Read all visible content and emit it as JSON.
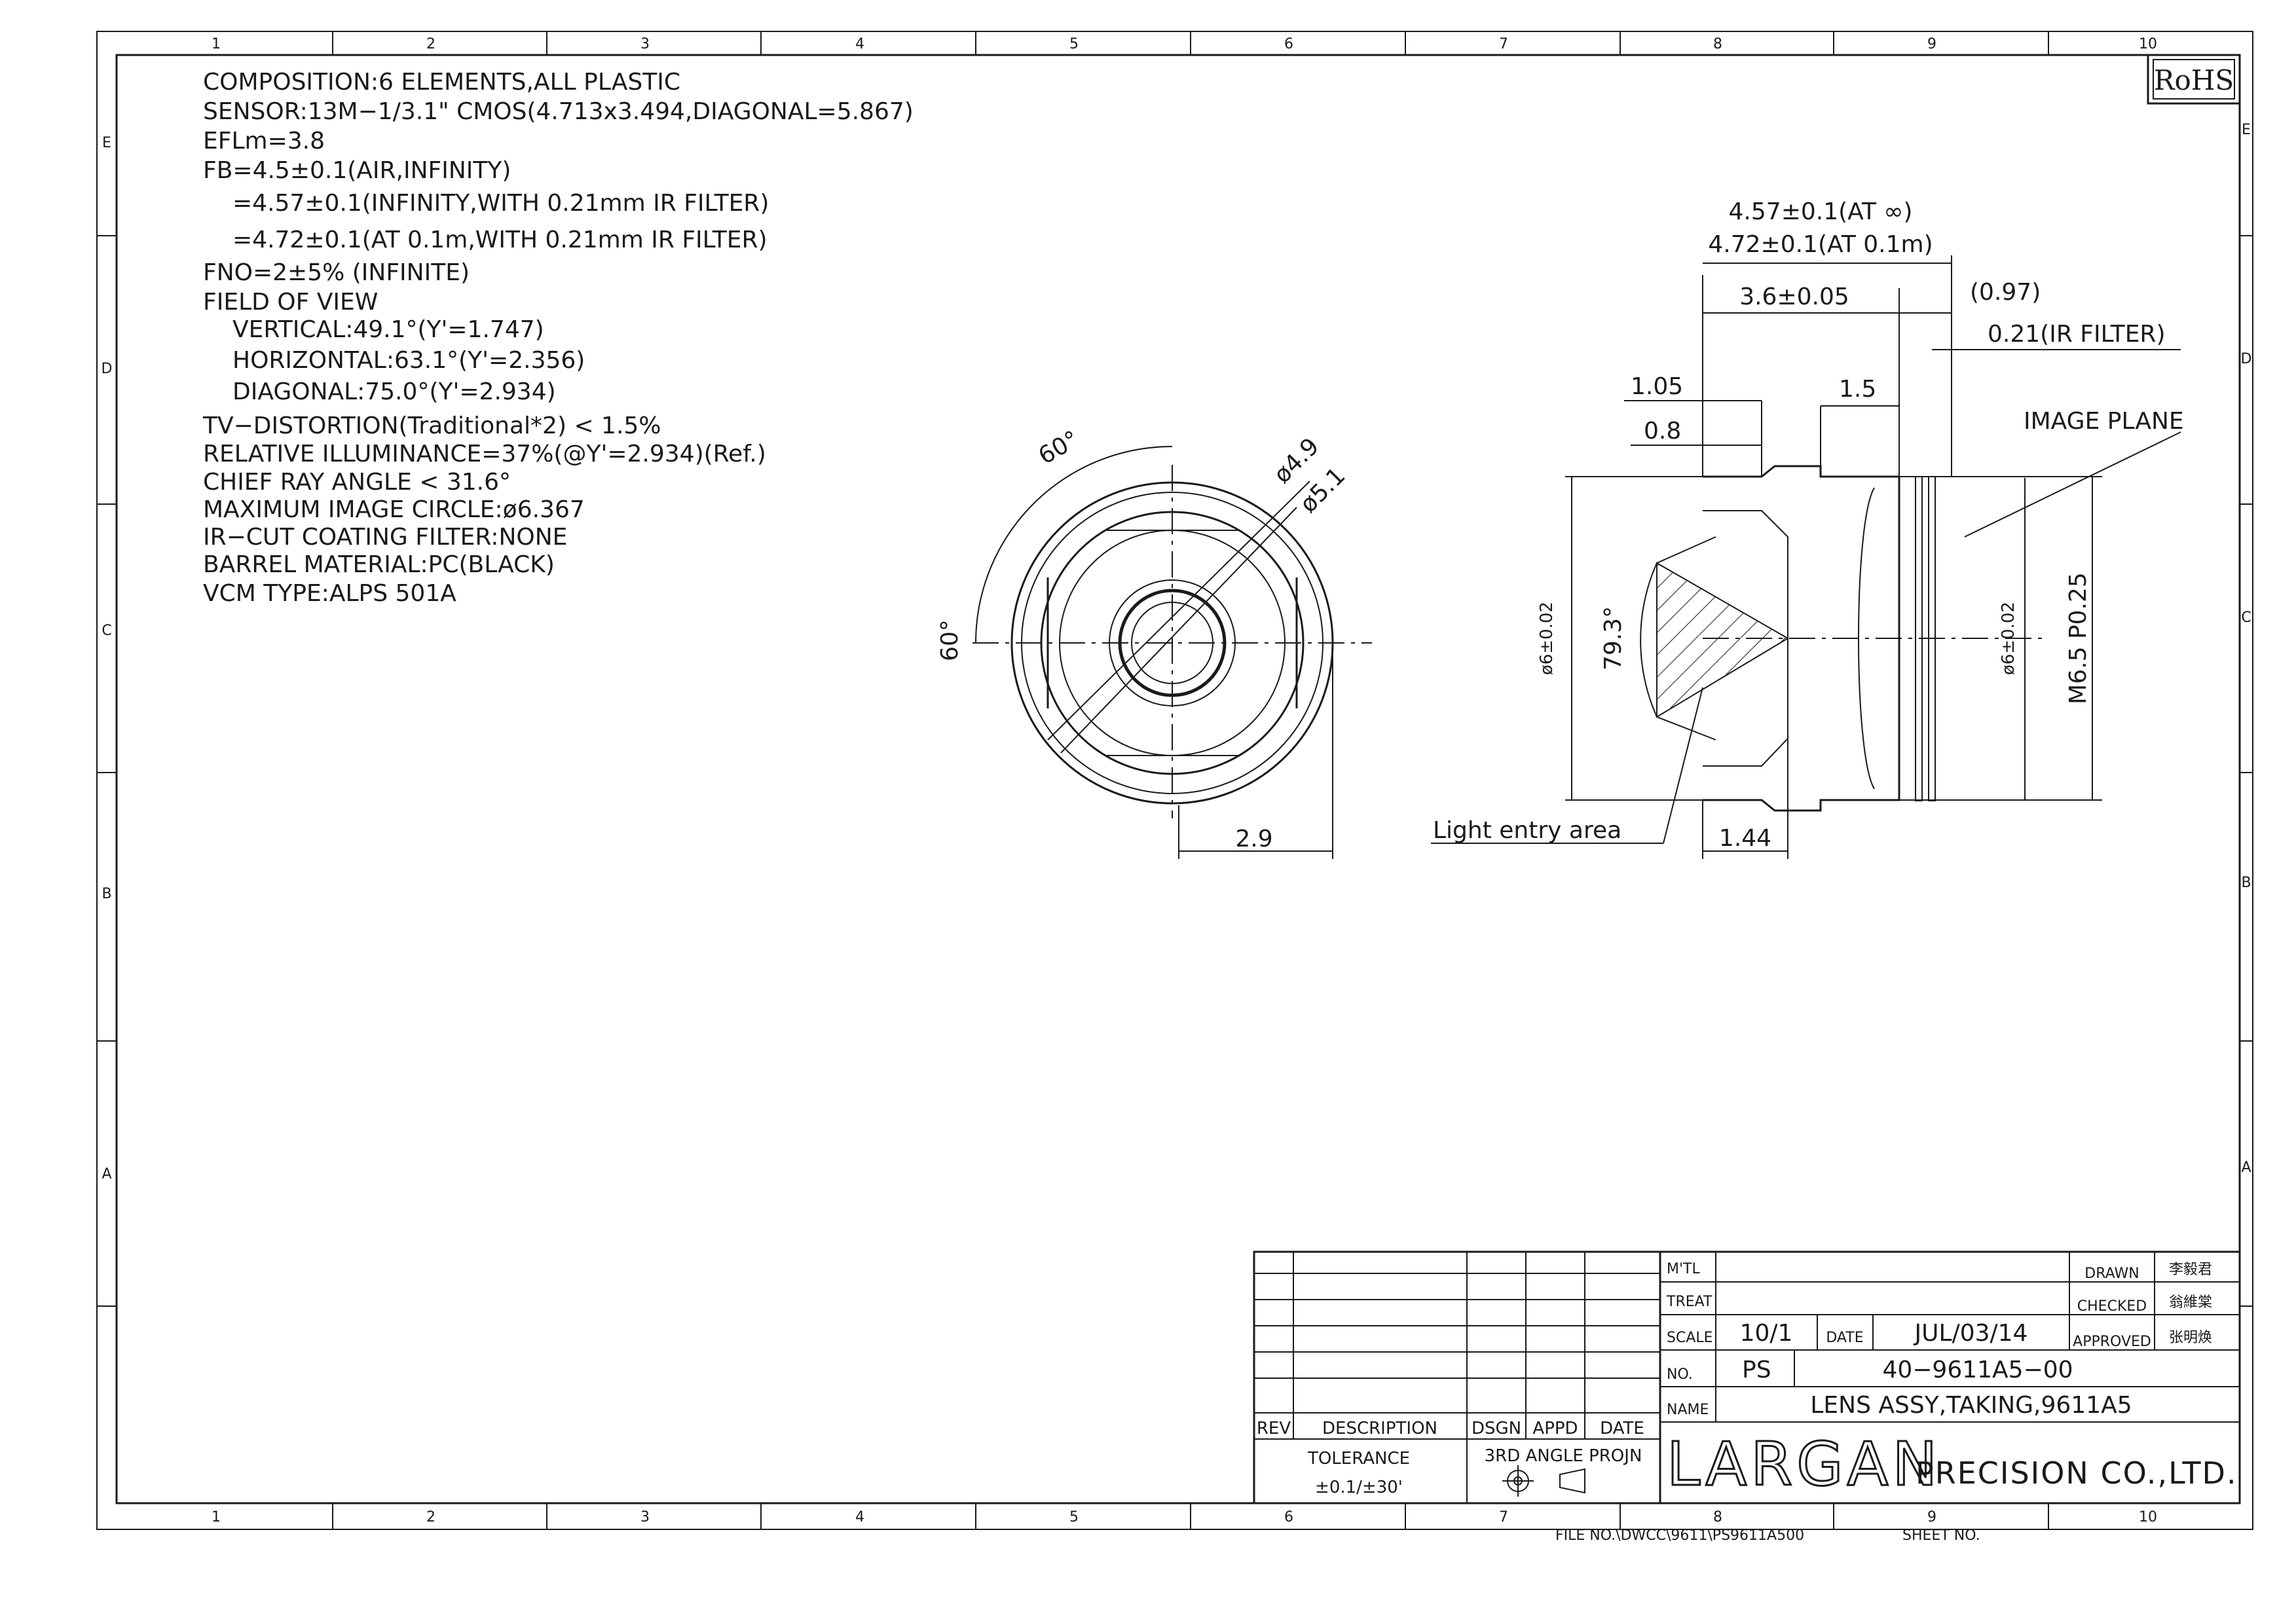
{
  "badge": "RoHS",
  "specs": [
    "COMPOSITION:6 ELEMENTS,ALL PLASTIC",
    "SENSOR:13M−1/3.1\" CMOS(4.713x3.494,DIAGONAL=5.867)",
    "EFLm=3.8",
    "FB=4.5±0.1(AIR,INFINITY)",
    "=4.57±0.1(INFINITY,WITH 0.21mm IR FILTER)",
    "=4.72±0.1(AT 0.1m,WITH 0.21mm IR FILTER)",
    "FNO=2±5% (INFINITE)",
    "FIELD OF VIEW",
    "VERTICAL:49.1°(Y'=1.747)",
    "HORIZONTAL:63.1°(Y'=2.356)",
    "DIAGONAL:75.0°(Y'=2.934)",
    "TV−DISTORTION(Traditional*2) < 1.5%",
    "RELATIVE ILLUMINANCE=37%(@Y'=2.934)(Ref.)",
    "CHIEF RAY ANGLE < 31.6°",
    "MAXIMUM IMAGE CIRCLE:ø6.367",
    "IR−CUT COATING FILTER:NONE",
    "BARREL MATERIAL:PC(BLACK)",
    "VCM TYPE:ALPS 501A"
  ],
  "zones": {
    "columns": [
      "1",
      "2",
      "3",
      "4",
      "5",
      "6",
      "7",
      "8",
      "9",
      "10"
    ],
    "rows": [
      "E",
      "D",
      "C",
      "B",
      "A"
    ]
  },
  "front_view": {
    "angle_top": "60°",
    "angle_left": "60°",
    "dia_inner": "ø4.9",
    "dia_outer": "ø5.1",
    "width": "2.9"
  },
  "side_view": {
    "dim_total_1": "4.57±0.1(AT ∞)",
    "dim_total_2": "4.72±0.1(AT 0.1m)",
    "dim_36": "3.6±0.05",
    "dim_097": "(0.97)",
    "dim_021": "0.21(IR FILTER)",
    "dim_105": "1.05",
    "dim_08": "0.8",
    "dim_15": "1.5",
    "image_plane": "IMAGE PLANE",
    "dia_left": "ø6±0.02",
    "angle": "79.3°",
    "dia_right": "ø6±0.02",
    "thread": "M6.5 P0.25",
    "light_entry": "Light entry area",
    "dim_144": "1.44"
  },
  "title_block": {
    "rev": "REV",
    "description": "DESCRIPTION",
    "dsgn": "DSGN",
    "appd": "APPD",
    "date_head": "DATE",
    "tolerance_label": "TOLERANCE",
    "tolerance_value": "±0.1/±30'",
    "projection": "3RD ANGLE PROJN",
    "mtl": "M'TL",
    "treat": "TREAT",
    "scale_label": "SCALE",
    "scale_value": "10/1",
    "date_label": "DATE",
    "date_value": "JUL/03/14",
    "no_label": "NO.",
    "no_prefix": "PS",
    "part_number": "40−9611A5−00",
    "name_label": "NAME",
    "name_value": "LENS ASSY,TAKING,9611A5",
    "drawn": "DRAWN",
    "checked": "CHECKED",
    "approved": "APPROVED",
    "sign_drawn": "李毅君",
    "sign_checked": "翁維棠",
    "sign_approved": "张明焕",
    "logo": "LARGAN",
    "company": "PRECISION CO.,LTD."
  },
  "footer": {
    "file_no": "FILE NO.\\DWCC\\9611\\PS9611A500",
    "sheet_no": "SHEET NO."
  }
}
